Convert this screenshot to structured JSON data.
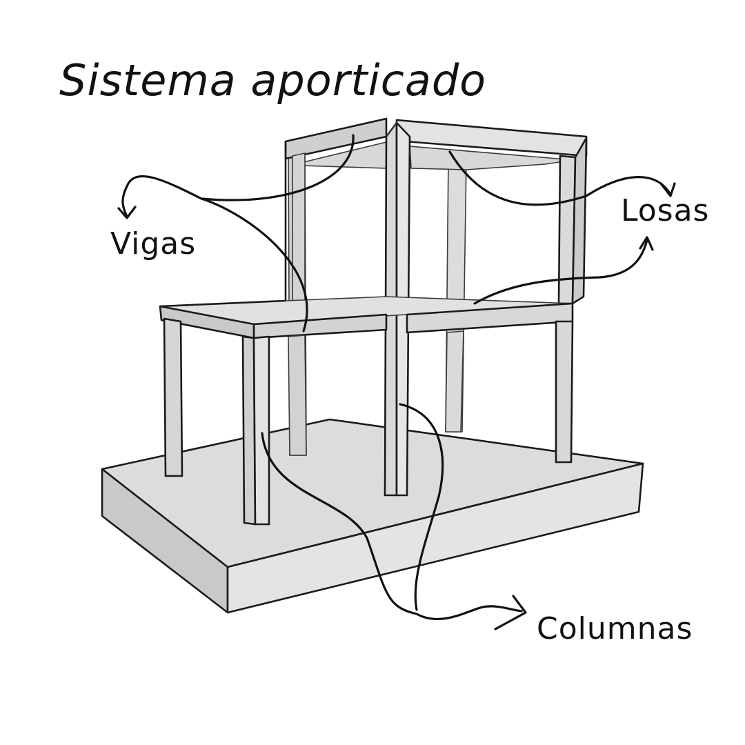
{
  "diagram": {
    "title": "Sistema aporticado",
    "labels": {
      "beams": "Vigas",
      "slabs": "Losas",
      "columns": "Columnas"
    },
    "colors": {
      "ink": "#111111",
      "concrete_light": "#e2e2e2",
      "concrete_mid": "#cfcfcf",
      "concrete_dark": "#b9b9b9",
      "background": "#ffffff"
    }
  }
}
